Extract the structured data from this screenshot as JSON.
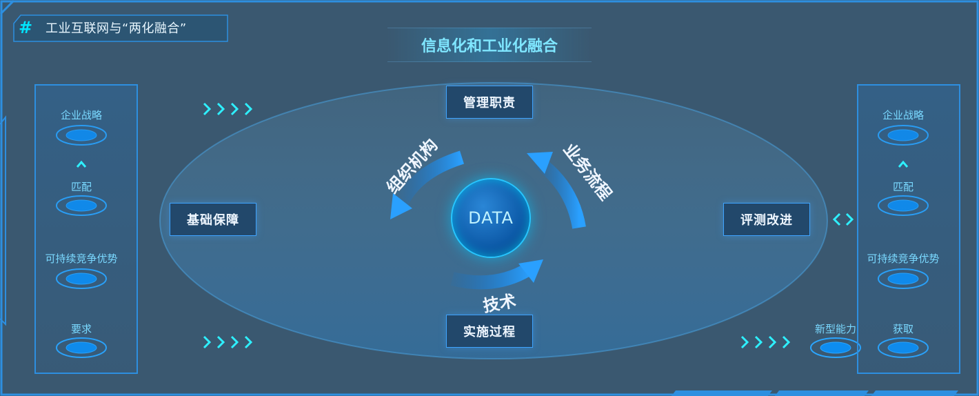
{
  "header": {
    "title": "工业互联网与“两化融合”"
  },
  "subtitle": "信息化和工业化融合",
  "left_column": {
    "items": [
      "企业战略",
      "匹配",
      "可持续竞争优势",
      "要求"
    ]
  },
  "right_column": {
    "items": [
      "企业战略",
      "匹配",
      "可持续竞争优势",
      "获取"
    ]
  },
  "right_extra": "新型能力",
  "nodes": {
    "top": "管理职责",
    "left": "基础保障",
    "right": "评测改进",
    "bottom": "实施过程"
  },
  "cycle": {
    "org": "组织机构",
    "biz": "业务流程",
    "tech": "技术"
  },
  "center": "DATA",
  "colors": {
    "accent": "#00e5ff",
    "frame": "#2d8fe0",
    "box": "#22486b"
  }
}
